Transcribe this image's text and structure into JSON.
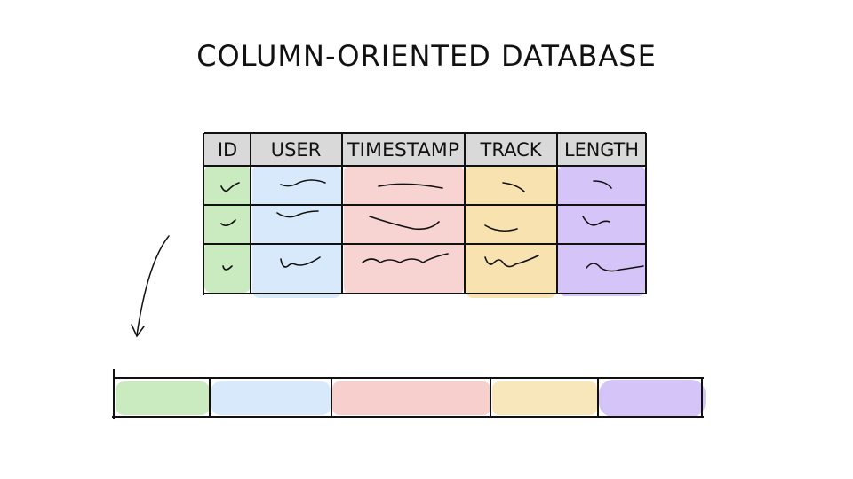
{
  "title": "COLUMN-ORIENTED DATABASE",
  "columns": [
    {
      "label": "ID",
      "color": "#9fd98c"
    },
    {
      "label": "USER",
      "color": "#a9cff6"
    },
    {
      "label": "TIMESTAMP",
      "color": "#f0aaa6"
    },
    {
      "label": "TRACK",
      "color": "#f4cf7a"
    },
    {
      "label": "LENGTH",
      "color": "#b99cf2"
    }
  ],
  "header_color": "#d9d9d9",
  "row_count": 3
}
